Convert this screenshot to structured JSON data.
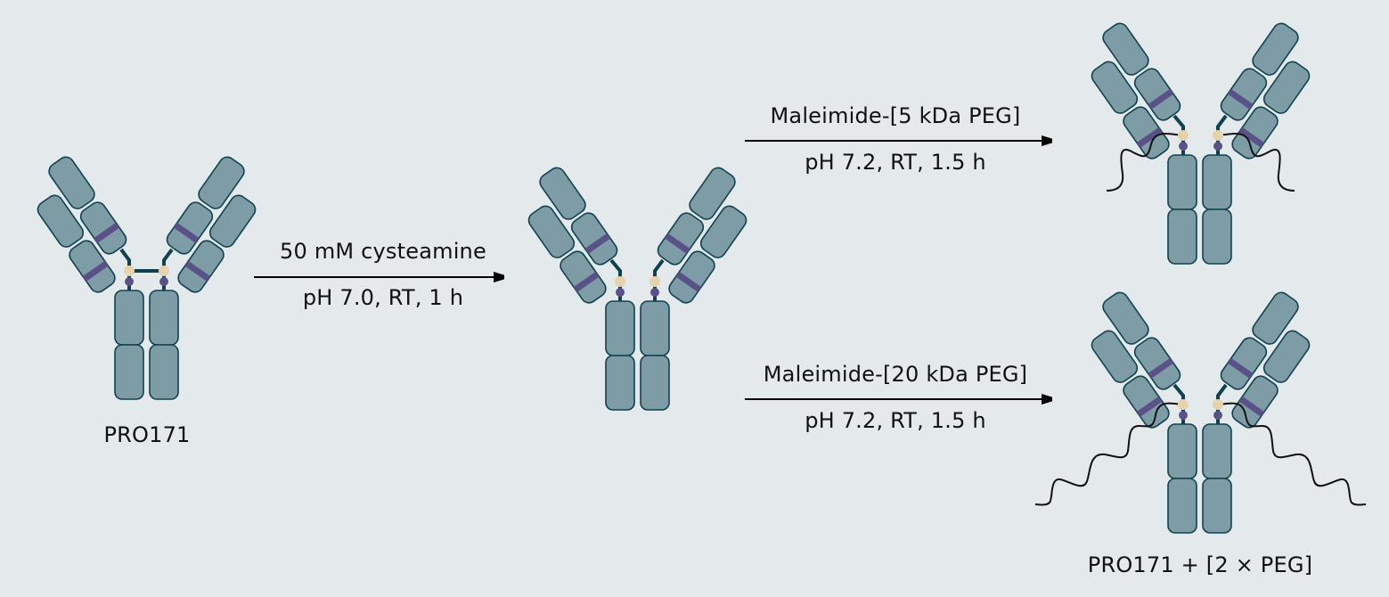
{
  "figure": {
    "background": "#e4e9ec",
    "colors": {
      "domain_fill": "#7d9ca5",
      "domain_stroke": "#0f4250",
      "cdr_band": "#5b5189",
      "hinge_line": "#0f4250",
      "cysteine_thiol": "#e6d3ad",
      "disulfide_dot": "#5b5189",
      "peg_chain": "#111111",
      "arrow": "#000000",
      "text": "#111111"
    }
  },
  "molecules": {
    "start": {
      "label": "PRO171",
      "state": "intact hinge disulfide bonds"
    },
    "reduced": {
      "label": "",
      "state": "reduced hinge (free thiols)"
    },
    "product_5k": {
      "label": "",
      "state": "two 5 kDa PEG chains attached"
    },
    "product_20k": {
      "label": "PRO171 + [2 × PEG]",
      "state": "two 20 kDa PEG chains attached"
    }
  },
  "steps": {
    "reduction": {
      "reagent": "50 mM cysteamine",
      "conditions": "pH 7.0, RT, 1 h"
    },
    "peg5": {
      "reagent": "Maleimide-[5 kDa PEG]",
      "conditions": "pH 7.2, RT, 1.5 h"
    },
    "peg20": {
      "reagent": "Maleimide-[20 kDa PEG]",
      "conditions": "pH 7.2, RT, 1.5 h"
    }
  }
}
